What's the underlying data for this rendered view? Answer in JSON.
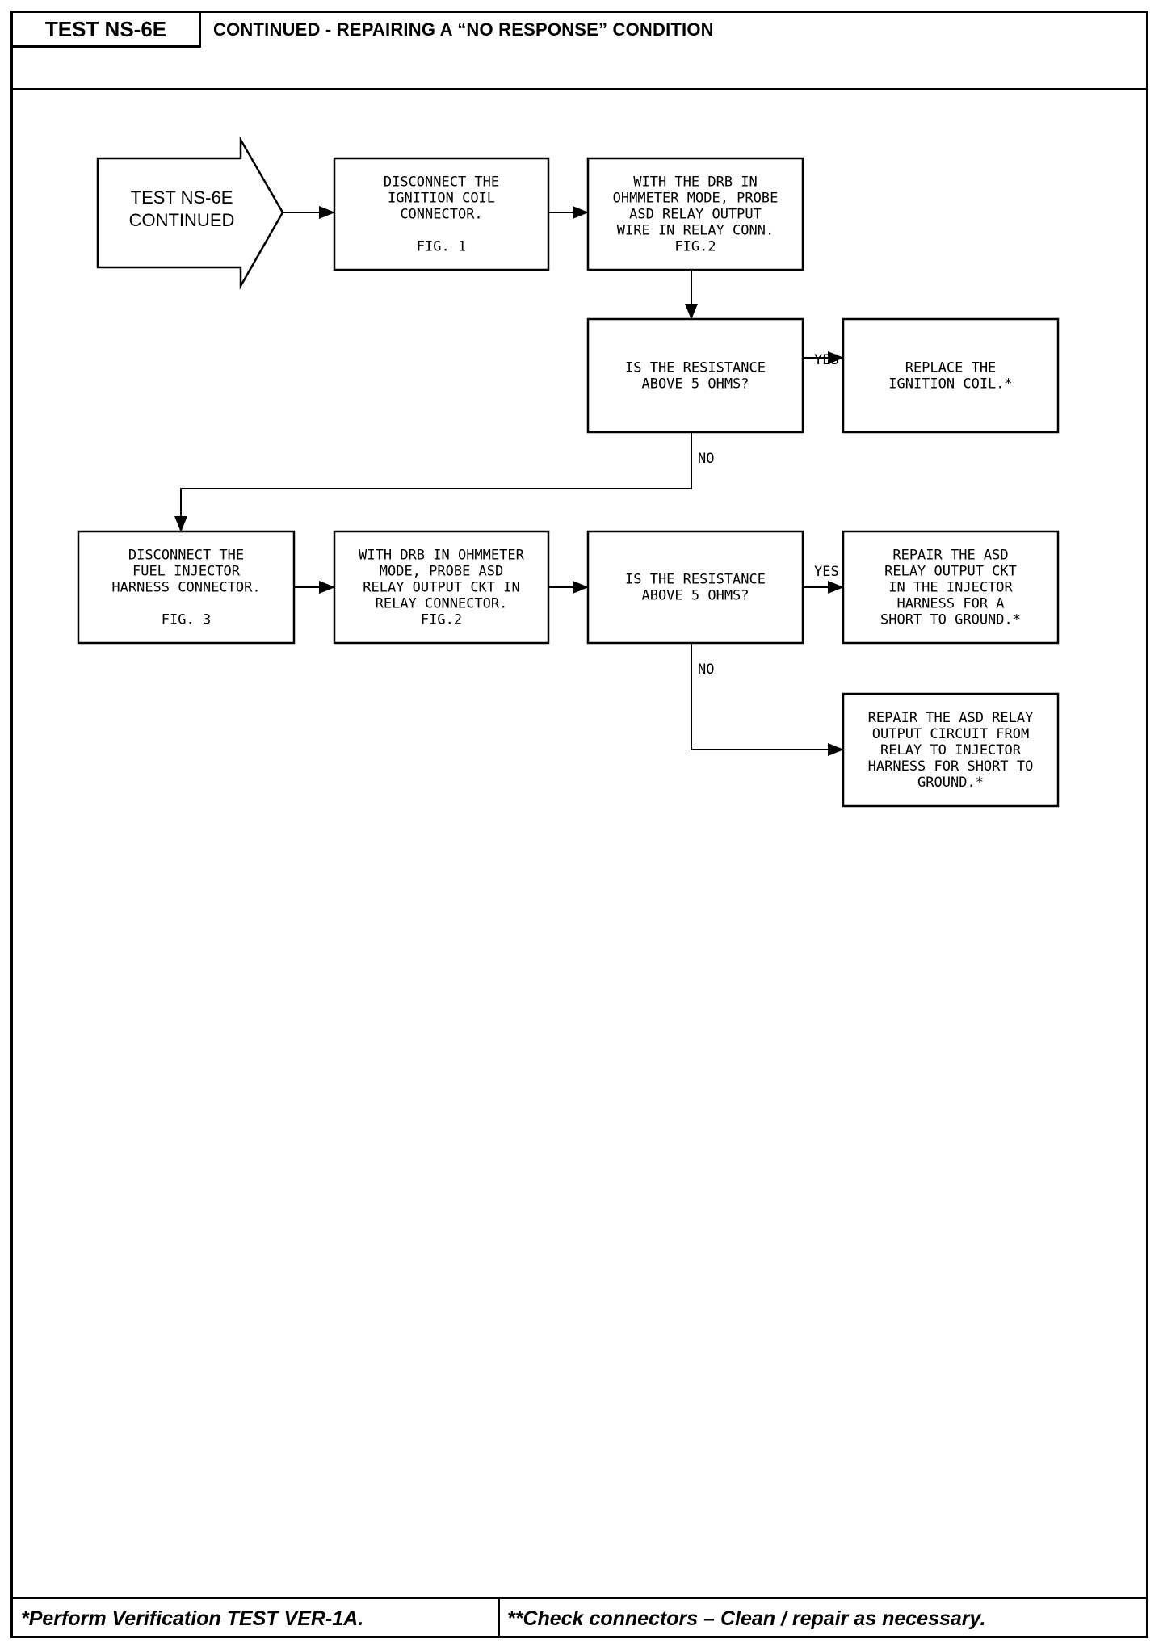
{
  "header": {
    "test_id": "TEST NS-6E",
    "title": "CONTINUED - REPAIRING A “NO RESPONSE” CONDITION"
  },
  "start": {
    "lines": [
      "TEST NS-6E",
      "CONTINUED"
    ]
  },
  "boxes": {
    "b1": [
      "DISCONNECT THE",
      "IGNITION COIL",
      "CONNECTOR.",
      "",
      "FIG. 1"
    ],
    "b2": [
      "WITH THE DRB IN",
      "OHMMETER MODE, PROBE",
      "ASD RELAY OUTPUT",
      "WIRE IN RELAY CONN.",
      "FIG.2"
    ],
    "b3": [
      "IS THE RESISTANCE",
      "ABOVE 5 OHMS?"
    ],
    "b4": [
      "REPLACE THE",
      "IGNITION COIL.*"
    ],
    "b5": [
      "DISCONNECT THE",
      "FUEL INJECTOR",
      "HARNESS CONNECTOR.",
      "",
      "FIG. 3"
    ],
    "b6": [
      "WITH DRB IN OHMMETER",
      "MODE, PROBE ASD",
      "RELAY OUTPUT CKT IN",
      "RELAY CONNECTOR.",
      "FIG.2"
    ],
    "b7": [
      "IS THE RESISTANCE",
      "ABOVE 5 OHMS?"
    ],
    "b8": [
      "REPAIR THE ASD",
      "RELAY OUTPUT CKT",
      "IN THE INJECTOR",
      "HARNESS FOR A",
      "SHORT TO GROUND.*"
    ],
    "b9": [
      "REPAIR THE ASD RELAY",
      "OUTPUT CIRCUIT FROM",
      "RELAY TO INJECTOR",
      "HARNESS FOR SHORT TO",
      "GROUND.*"
    ]
  },
  "labels": {
    "yes1": "YES",
    "no1": "NO",
    "yes2": "YES",
    "no2": "NO"
  },
  "footer": {
    "left": "*Perform Verification TEST VER-1A.",
    "right": "**Check connectors – Clean / repair as necessary."
  }
}
